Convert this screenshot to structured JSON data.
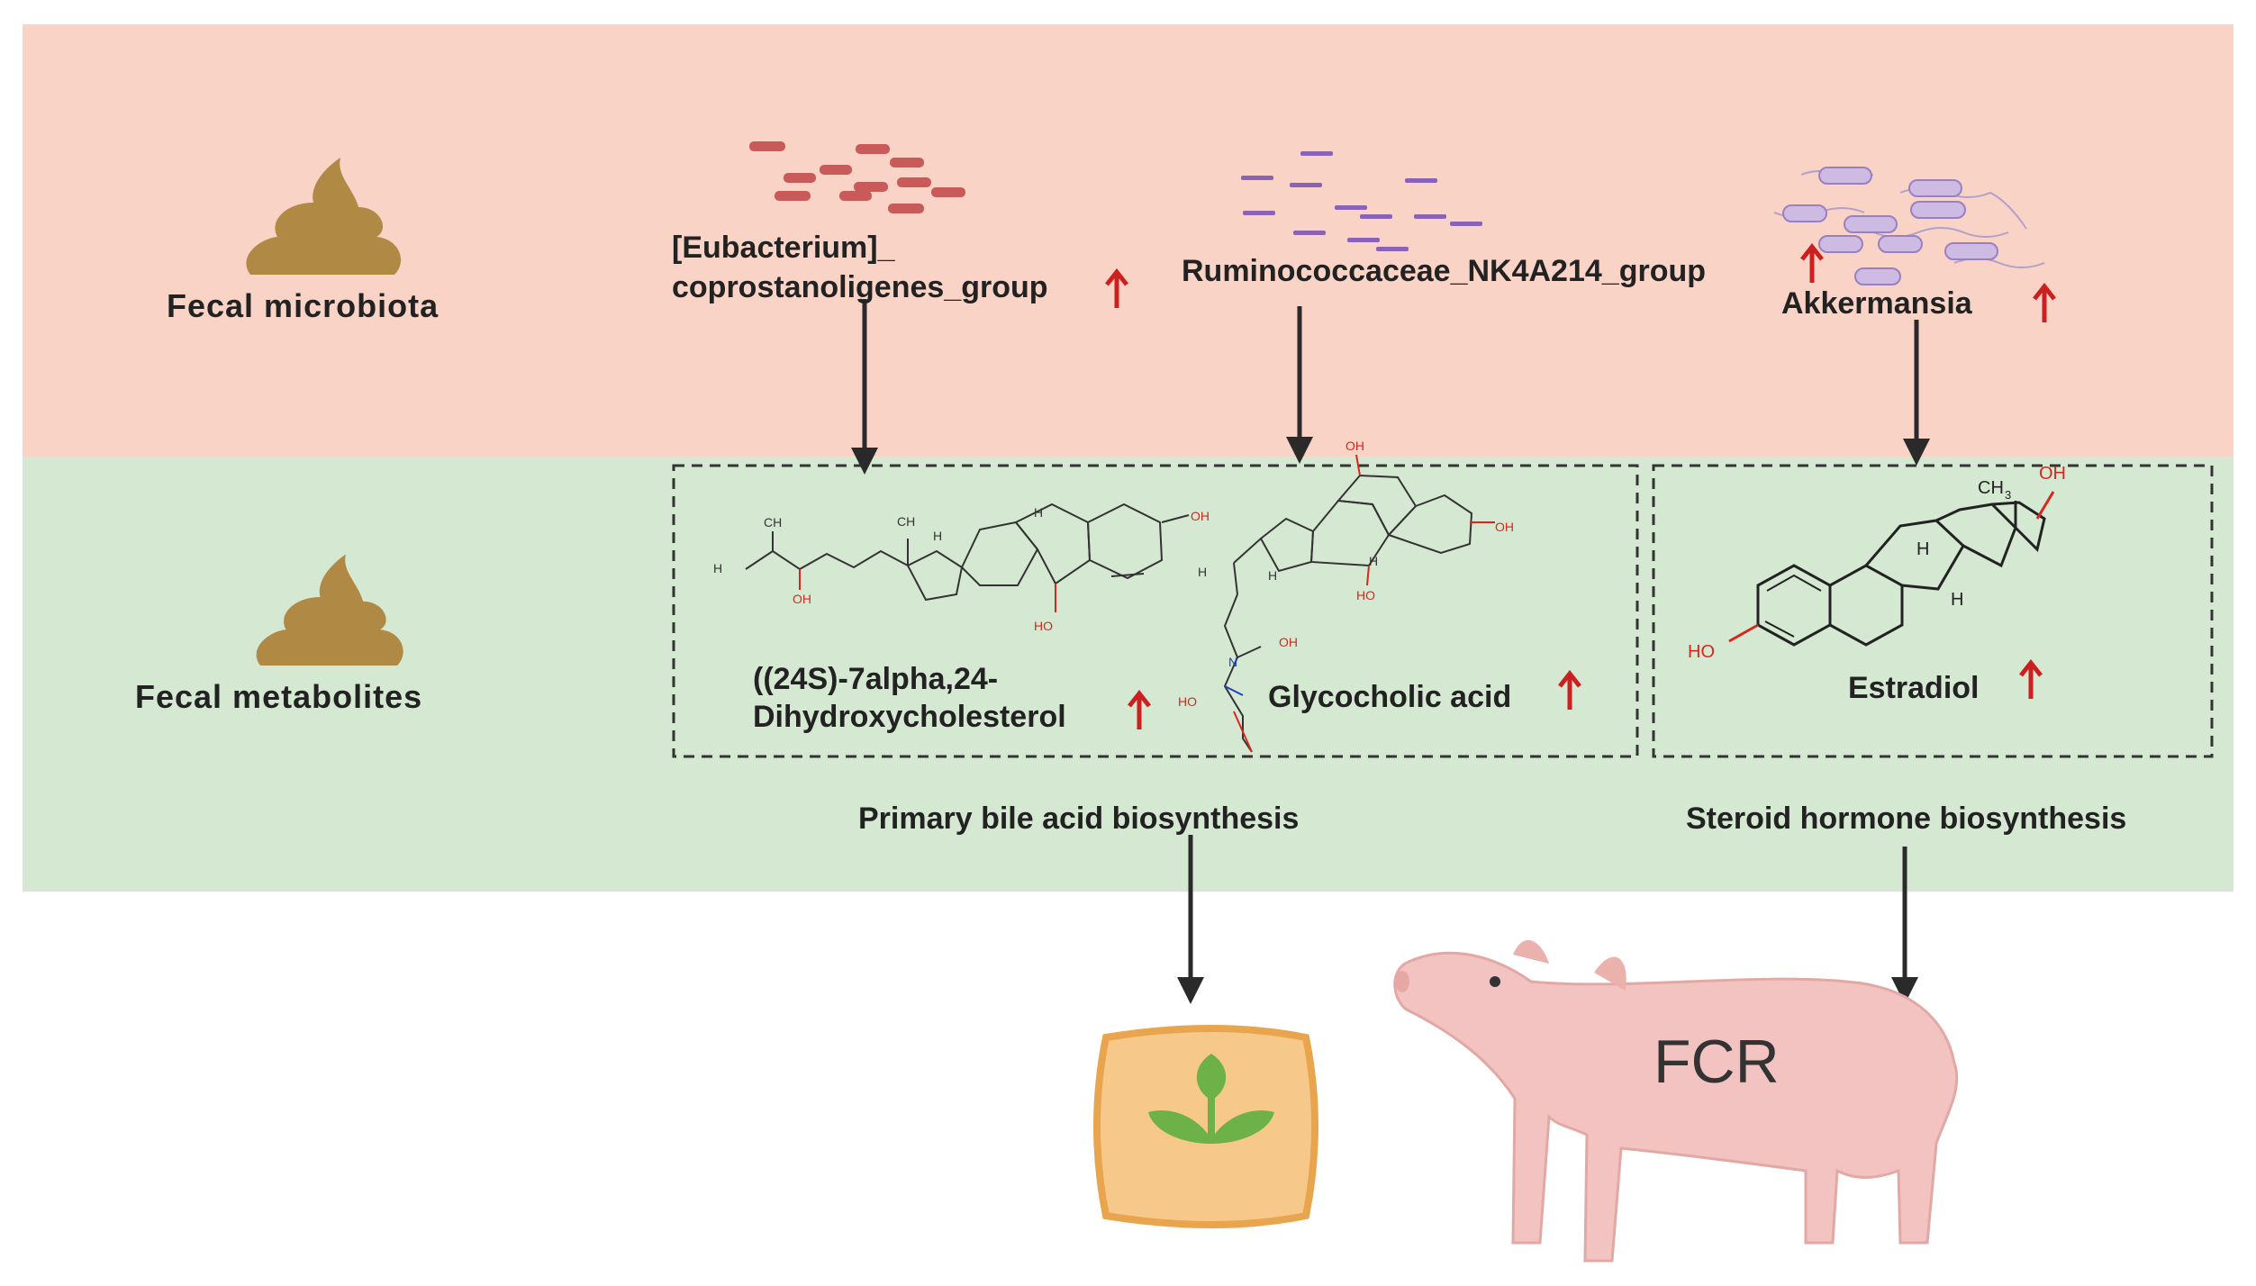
{
  "colors": {
    "microbiota_band": "#f9d3c6",
    "metabolites_band": "#d5e9d2",
    "arrow": "#2a2a2a",
    "up_arrow": "#cc1f1f",
    "feces": "#b08a45",
    "heteroatom_red": "#d9261c",
    "pig": "#f2c3c0",
    "sack": "#f6c98a",
    "leaf": "#6cb248"
  },
  "rows": {
    "microbiota_label": "Fecal microbiota",
    "metabolites_label": "Fecal metabolites"
  },
  "microbes": {
    "eubacterium_line1": "[Eubacterium]_",
    "eubacterium_line2": "coprostanoligenes_group",
    "ruminococcaceae": "Ruminococcaceae_NK4A214_group",
    "akkermansia": "Akkermansia"
  },
  "metabolites": {
    "dihydroxycholesterol_line1": "((24S)-7alpha,24-",
    "dihydroxycholesterol_line2": "Dihydroxycholesterol",
    "glycocholic": "Glycocholic acid",
    "estradiol": "Estradiol"
  },
  "pathways": {
    "bile": "Primary bile acid biosynthesis",
    "steroid": "Steroid hormone biosynthesis"
  },
  "outcome": {
    "fcr": "FCR"
  },
  "chem_labels": {
    "ch3": "CH",
    "sub3": "3",
    "h3c": "H",
    "oh": "OH",
    "ho": "HO",
    "h": "H",
    "n": "N"
  }
}
